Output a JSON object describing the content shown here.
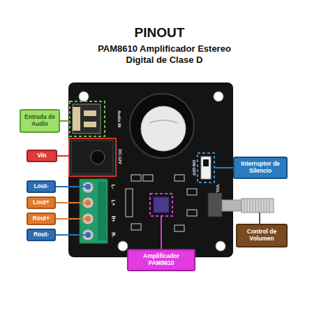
{
  "diagram": {
    "title": "PINOUT",
    "nodes": [
      {
        "text": [
          "Entrada de Audio"
        ]
      },
      {
        "text": [
          "Vin"
        ]
      },
      {
        "text": [
          "Interruptor de Silencio"
        ]
      },
      {
        "text": [
          "Lout-"
        ]
      },
      {
        "text": [
          "Lout+"
        ]
      },
      {
        "text": [
          "Rout+"
        ]
      },
      {
        "text": [
          "Control de Volumen"
        ]
      },
      {
        "text": [
          "Rout-"
        ]
      },
      {
        "text": [
          "Amplificador PAM8610"
        ]
      }
    ],
    "labels": [
      "PAM8610 Amplificador Estereo Digital de Clase D",
      "Audio IN",
      "DC-12V",
      "ON-OFF",
      "VOL",
      "L-",
      "L+",
      "R+",
      "R-"
    ]
  }
}
